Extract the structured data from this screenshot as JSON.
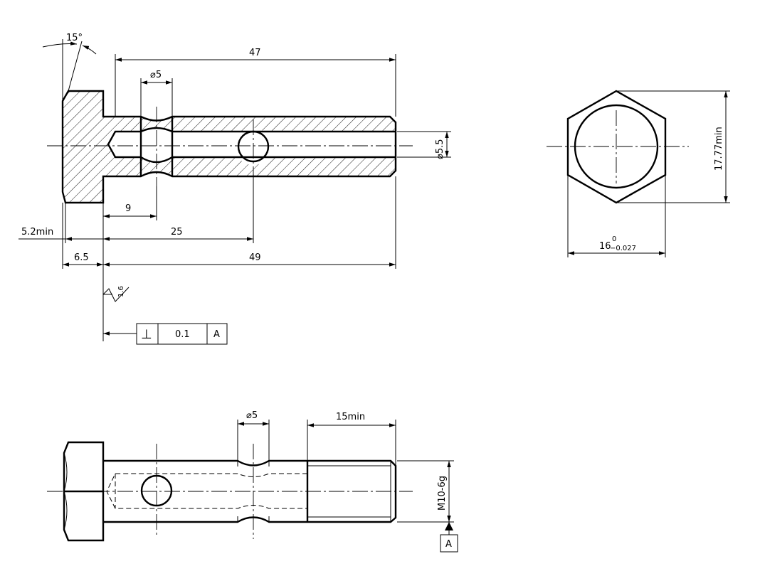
{
  "colors": {
    "ink": "#000000",
    "paper": "#ffffff"
  },
  "section_view": {
    "angle": "15°",
    "dim_total_thread": "47",
    "dim_hole": "⌀5",
    "dim_bore": "⌀5.5",
    "dim_groove_pos": "9",
    "dim_hole_pos": "25",
    "dim_head_min": "5.2min",
    "dim_head": "6.5",
    "dim_length": "49",
    "roughness": "1.6",
    "tolerance_frame": {
      "symbol": "⊥",
      "value": "0.1",
      "datum": "A"
    }
  },
  "end_view": {
    "dim_across_corners": "17.77min",
    "dim_across_flats": "16",
    "tol_upper": "0",
    "tol_lower": "−0.027"
  },
  "side_view": {
    "dim_hole": "⌀5",
    "dim_thread_len": "15min",
    "dim_thread": "M10-6g",
    "datum": "A"
  }
}
